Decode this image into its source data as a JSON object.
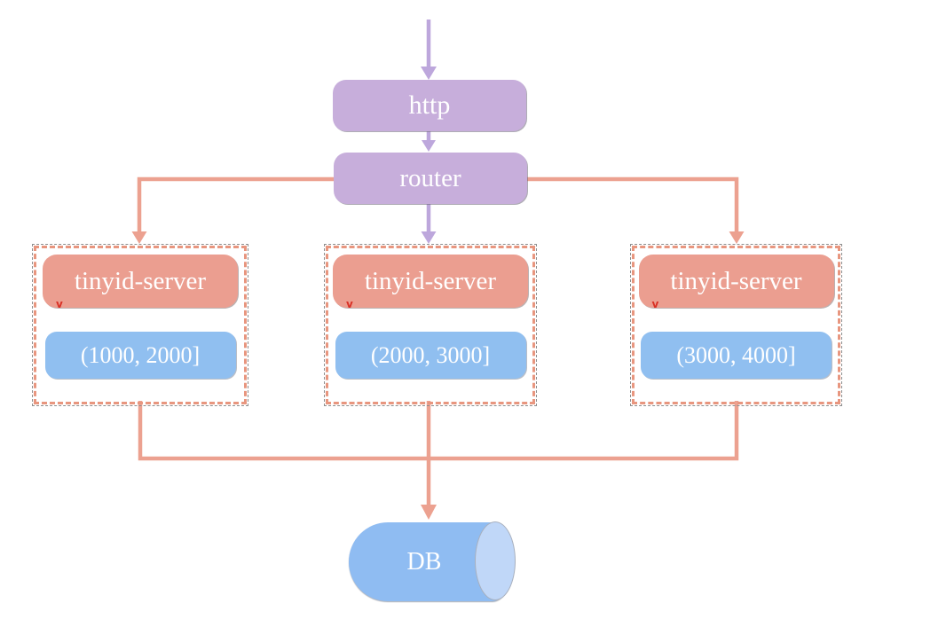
{
  "diagram": {
    "nodes": {
      "http": {
        "label": "http"
      },
      "router": {
        "label": "router"
      },
      "servers": [
        {
          "name": "tinyid-server",
          "range": "(1000, 2000]"
        },
        {
          "name": "tinyid-server",
          "range": "(2000, 3000]"
        },
        {
          "name": "tinyid-server",
          "range": "(3000, 4000]"
        }
      ],
      "db": {
        "label": "DB"
      }
    },
    "spell_mark": "v",
    "colors": {
      "purple_box": "#C7AEDB",
      "purple_arrow": "#BDA7DC",
      "salmon_box": "#EB9E90",
      "salmon_line": "#ECA190",
      "dashed_border": "#E8967F",
      "blue_box": "#90BFF0",
      "db_body": "#8FBCF2",
      "db_cap": "#C0D7F8",
      "text": "#FFFFFF",
      "spellcheck_red": "#D93025"
    }
  }
}
